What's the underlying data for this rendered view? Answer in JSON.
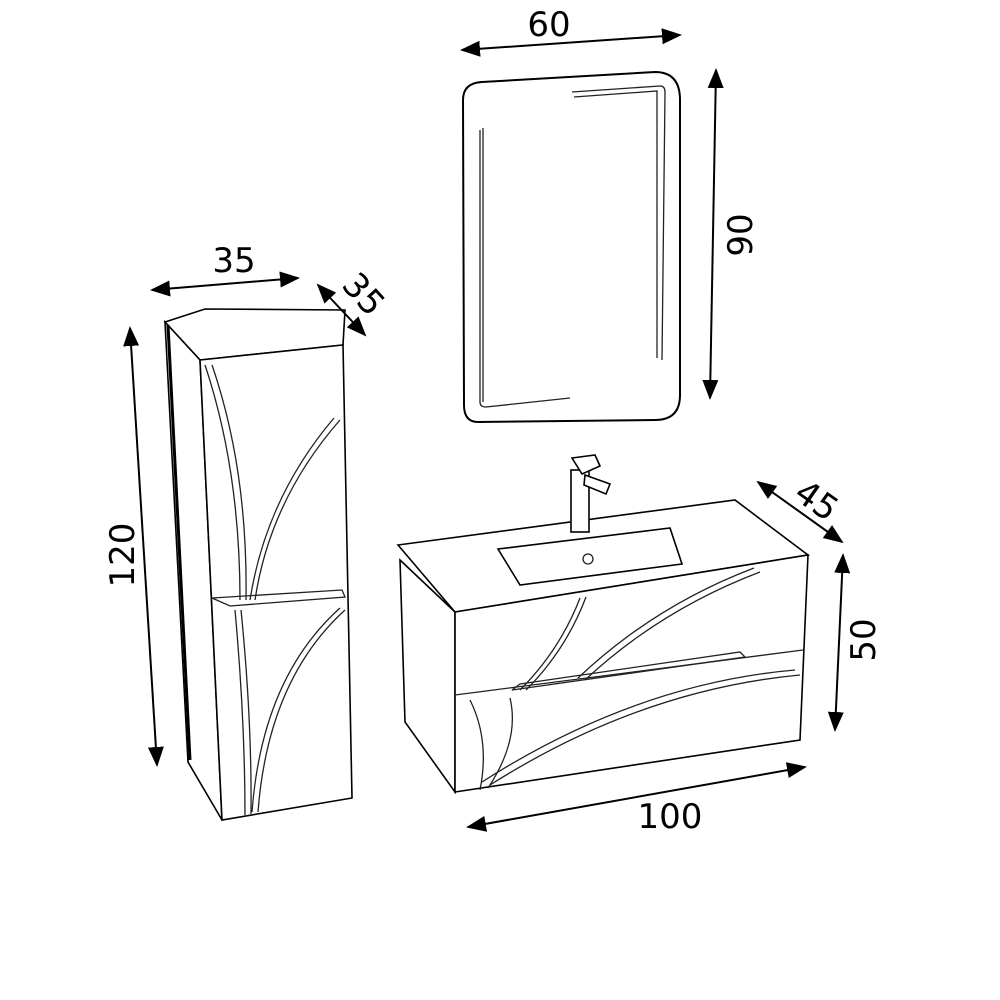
{
  "title": "Bathroom furniture set dimensions",
  "dimensions": {
    "mirror_width": "60",
    "mirror_height": "90",
    "column_width": "35",
    "column_depth": "35",
    "column_height": "120",
    "vanity_depth": "45",
    "vanity_height": "50",
    "vanity_width": "100"
  },
  "colors": {
    "line": "#000000",
    "background": "#ffffff"
  }
}
